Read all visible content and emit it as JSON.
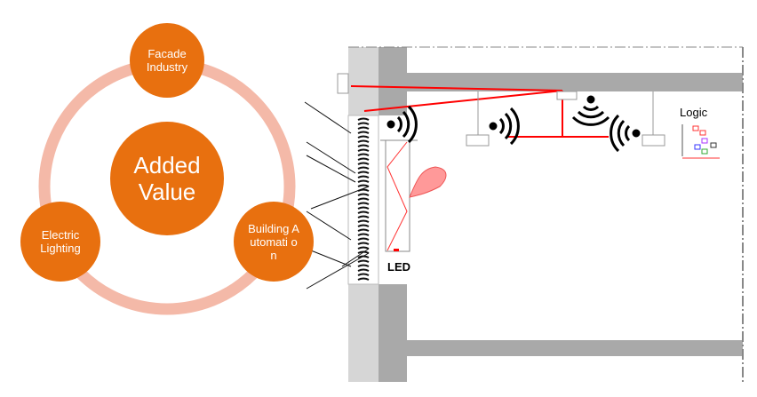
{
  "cycle": {
    "center": "Added Value",
    "nodes": [
      "Facade Industry",
      "Electric Lighting",
      "Building Automati on"
    ]
  },
  "building": {
    "led_label": "LED",
    "logic_label": "Logic"
  },
  "colors": {
    "orange": "#e8700f",
    "ring": "#f4b9a8",
    "signal": "#ff0000",
    "wall": "#a9a9a9"
  }
}
